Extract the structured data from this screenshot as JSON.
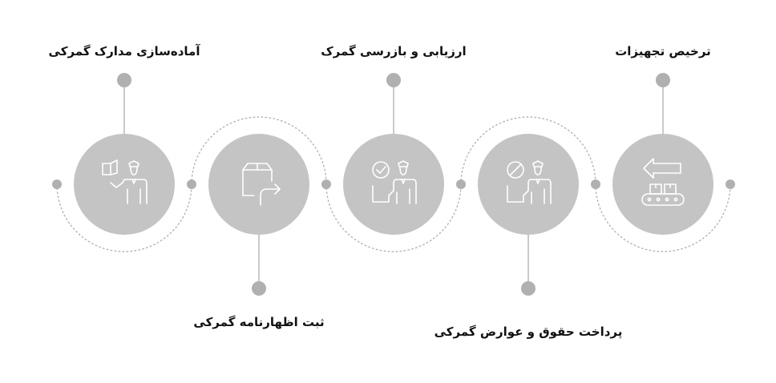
{
  "colors": {
    "circle_fill": "#c4c4c4",
    "dot_fill": "#b0b0b0",
    "line": "#b8b8b8",
    "dotted_arc": "#b3b3b3",
    "icon_stroke": "#ffffff",
    "text": "#111111"
  },
  "steps": [
    {
      "title": "آماده‌سازی مدارک گمرکی",
      "icon": "documents-officer-icon",
      "label_position": "top"
    },
    {
      "title": "ثبت اظهارنامه گمرکی",
      "icon": "box-arrow-icon",
      "label_position": "bottom"
    },
    {
      "title": "ارزیابی و بازرسی گمرک",
      "icon": "check-officer-icon",
      "label_position": "top"
    },
    {
      "title": "پرداخت حقوق و عوارض گمرکی",
      "icon": "stamp-officer-icon",
      "label_position": "bottom"
    },
    {
      "title": "ترخیص تجهیزات",
      "icon": "conveyor-arrow-icon",
      "label_position": "top"
    }
  ]
}
